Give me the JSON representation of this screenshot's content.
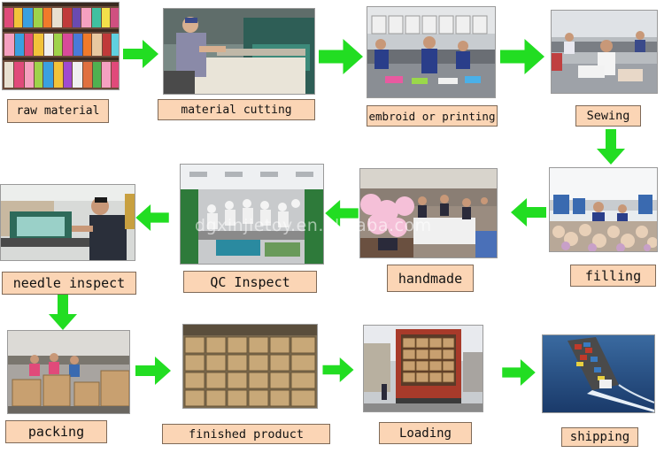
{
  "steps": {
    "raw_material": "raw material",
    "material_cutting": "material cutting",
    "embroid": "embroid or printing",
    "sewing": "Sewing",
    "filling": "filling",
    "handmade": "handmade",
    "qc_inspect": "QC Inspect",
    "needle_inspect": "needle inspect",
    "packing": "packing",
    "finished_product": "finished product",
    "loading": "Loading",
    "shipping": "shipping"
  },
  "watermark": "dgxinjietoy.en.alibaba.com",
  "colors": {
    "label_bg": "#fbd5b5",
    "arrow": "#22dd22",
    "label_border": "#7f6a58"
  },
  "icons": {
    "arrow": "green-block-arrow"
  }
}
